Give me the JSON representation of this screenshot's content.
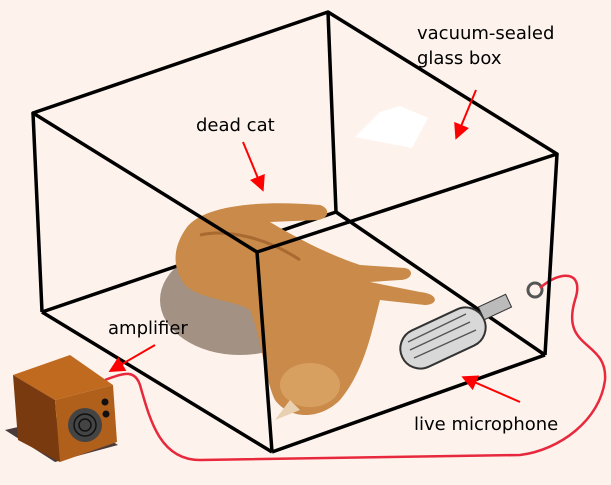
{
  "labels": {
    "box_line1": "vacuum-sealed",
    "box_line2": "glass box",
    "cat": "dead cat",
    "amplifier": "amplifier",
    "microphone": "live microphone"
  },
  "colors": {
    "background": "#fdf3ec",
    "arrow": "#ff0000",
    "cable": "#e8283c",
    "amplifier": "#b0601a",
    "cat": "#c98a4a"
  }
}
